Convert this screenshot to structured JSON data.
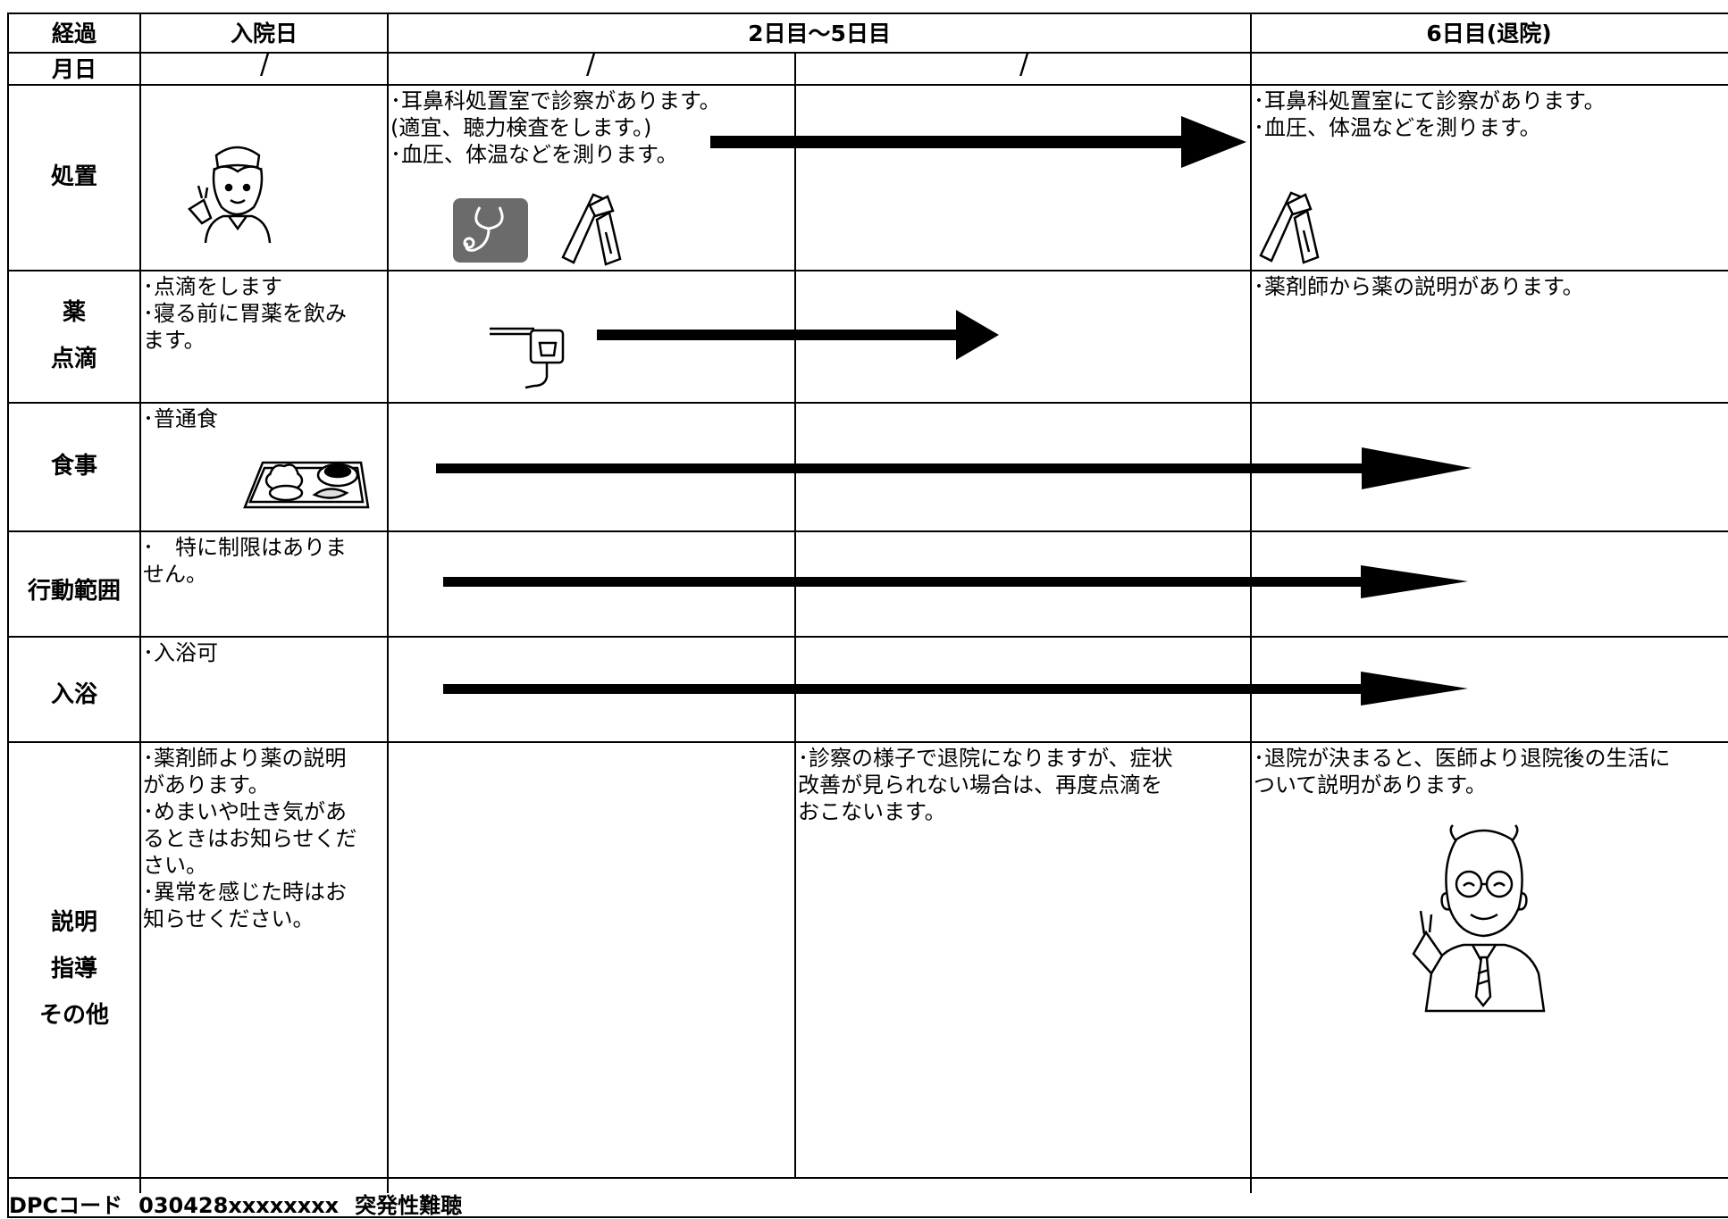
{
  "page": {
    "title_strip": "",
    "header": [
      "経過",
      "入院日",
      "2日目〜5日目",
      "6日目(退院)"
    ],
    "date_row": {
      "label": "月日",
      "slash": "/"
    },
    "rows": {
      "treatment": {
        "label": [
          "処置"
        ],
        "admission": "",
        "day2": "･耳鼻科処置室で診察があります。\n(適宜、聴力検査をします。)\n･血圧、体温などを測ります。",
        "discharge": "･耳鼻科処置室にて診察があります。\n･血圧、体温などを測ります。"
      },
      "medicine": {
        "label": [
          "薬",
          "点滴"
        ],
        "admission": "･点滴をします\n･寝る前に胃薬を飲み\nます。",
        "discharge": "･薬剤師から薬の説明があります。"
      },
      "meal": {
        "label": [
          "食事"
        ],
        "admission": "･普通食"
      },
      "activity": {
        "label": [
          "行動範囲"
        ],
        "admission": "･　特に制限はありま\nせん。"
      },
      "bath": {
        "label": [
          "入浴"
        ],
        "admission": "･入浴可"
      },
      "guidance": {
        "label": [
          "説明",
          "指導",
          "その他"
        ],
        "admission": "･薬剤師より薬の説明\nがあります。\n･めまいや吐き気があ\nるときはお知らせくだ\nさい。\n･異常を感じた時はお\n知らせください。",
        "day4": "･診察の様子で退院になりますが、症状\n改善が見られない場合は、再度点滴を\nおこないます。",
        "discharge": "･退院が決まると、医師より退院後の生活に\nついて説明があります。"
      }
    },
    "footer": {
      "code_label": "DPCコード",
      "code": "030428xxxxxxxx",
      "name": "突発性難聴"
    },
    "icons": [
      "nurse-icon",
      "stethoscope-icon",
      "thermometer-icon",
      "iv-drip-icon",
      "meal-tray-icon",
      "doctor-icon"
    ],
    "colors": {
      "stethoscope_bg": "#6b6b6b",
      "line": "#000000"
    }
  }
}
